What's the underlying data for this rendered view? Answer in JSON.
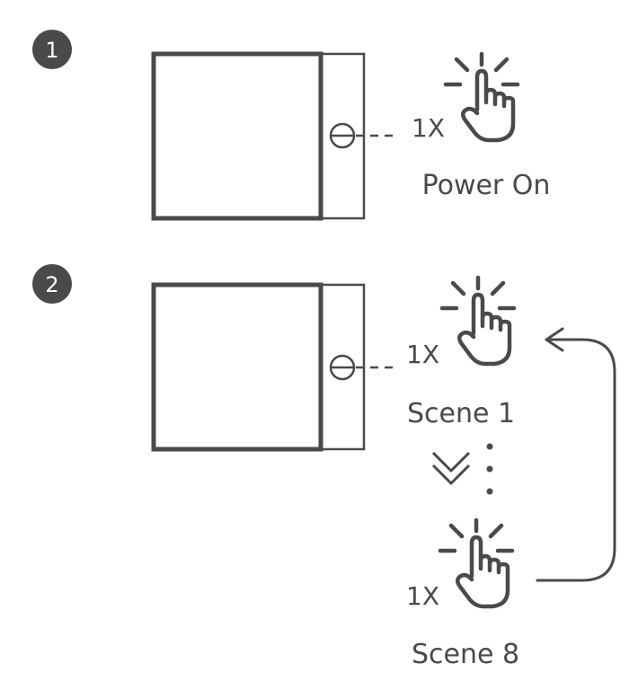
{
  "steps": [
    {
      "number": "1",
      "count_label": "1X",
      "caption": "Power On"
    },
    {
      "number": "2",
      "first": {
        "count_label": "1X",
        "caption": "Scene 1"
      },
      "last": {
        "count_label": "1X",
        "caption": "Scene 8"
      }
    }
  ],
  "colors": {
    "ink": "#4a4a4a",
    "background": "#ffffff"
  }
}
